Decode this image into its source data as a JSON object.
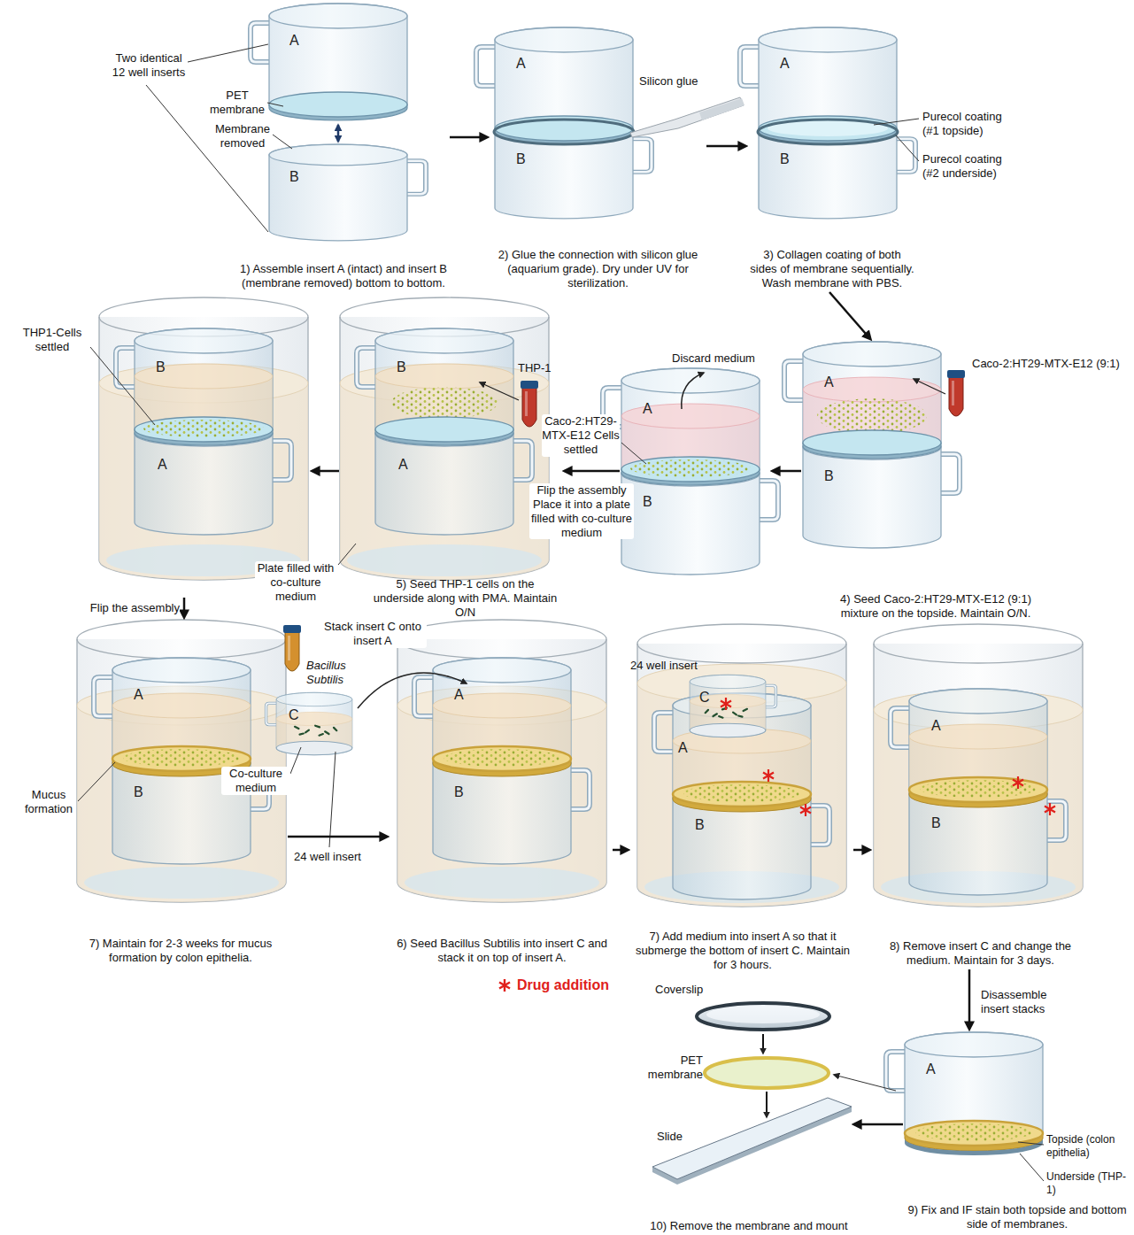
{
  "diagram": {
    "nodes": [
      {
        "text": [
          "1) Assemble insert A (intact) and insert B (membrane removed) bottom to bottom."
        ]
      },
      {
        "text": [
          "2) Glue the connection with silicon glue (aquarium grade). Dry under UV for sterilization."
        ]
      },
      {
        "text": [
          "3) Collagen coating of both sides of membrane sequentially. Wash membrane with PBS."
        ]
      },
      {
        "text": [
          "4) Seed Caco-2:HT29-MTX-E12 (9:1) mixture on the topside. Maintain O/N."
        ]
      },
      {
        "text": [
          "Discard medium"
        ]
      },
      {
        "text": [
          "5) Seed THP-1 cells on the underside along with PMA. Maintain O/N"
        ]
      },
      {
        "text": [
          "THP1-Cells settled"
        ]
      },
      {
        "text": [
          "7) Maintain for 2-3 weeks for mucus formation by colon epithelia."
        ]
      },
      {
        "text": [
          "6) Seed Bacillus Subtilis into insert C and stack it on top of insert A."
        ]
      },
      {
        "text": [
          "7) Add medium into insert A so that it submerge the bottom of insert C. Maintain for 3 hours."
        ]
      },
      {
        "text": [
          "8) Remove insert C and change the medium. Maintain for 3 days."
        ]
      },
      {
        "text": [
          "9) Fix and IF stain both topside and bottom side of membranes."
        ]
      },
      {
        "text": [
          "10) Remove the membrane and mount"
        ]
      }
    ],
    "edges": [
      {
        "from": 0,
        "to": 1,
        "arrow": "to"
      },
      {
        "from": 1,
        "to": 2,
        "arrow": "to"
      },
      {
        "from": 2,
        "to": 3,
        "arrow": "to"
      },
      {
        "from": 3,
        "to": 4,
        "arrow": "to"
      },
      {
        "from": 4,
        "to": 5,
        "arrow": "to",
        "label": "Flip the assembly Place it into a plate filled with co-culture medium"
      },
      {
        "from": 5,
        "to": 6,
        "arrow": "to"
      },
      {
        "from": 6,
        "to": 7,
        "arrow": "to",
        "label": "Flip the assembly"
      },
      {
        "from": 7,
        "to": 8,
        "arrow": "to"
      },
      {
        "from": 8,
        "to": 9,
        "arrow": "to"
      },
      {
        "from": 9,
        "to": 10,
        "arrow": "to"
      },
      {
        "from": 10,
        "to": 11,
        "arrow": "to",
        "label": "Disassemble insert stacks"
      },
      {
        "from": 11,
        "to": 12,
        "arrow": "to"
      }
    ],
    "labels": [
      "Two identical 12 well inserts",
      "A",
      "PET membrane",
      "Membrane removed",
      "B",
      "A",
      "Silicon glue",
      "B",
      "A",
      "Purecol coating (#1 topside)",
      "Purecol coating (#2 underside)",
      "B",
      "THP-1",
      "B",
      "A",
      "B",
      "A",
      "Caco-2:HT29-MTX-E12 Cells settled",
      "A",
      "B",
      "Caco-2:HT29-MTX-E12 (9:1)",
      "A",
      "B",
      "Plate filled with co-culture medium",
      "Mucus formation",
      "A",
      "B",
      "Bacillus Subtilis",
      "Stack insert C onto insert A",
      "C",
      "Co-culture medium",
      "24 well insert",
      "A",
      "B",
      "24 well insert",
      "C",
      "A",
      "B",
      "A",
      "B",
      "Coverslip",
      "PET membrane",
      "Slide",
      "A",
      "Topside (colon epithelia)",
      "Underside (THP-1)"
    ],
    "legend": [
      {
        "text": "Drug addition"
      }
    ]
  }
}
